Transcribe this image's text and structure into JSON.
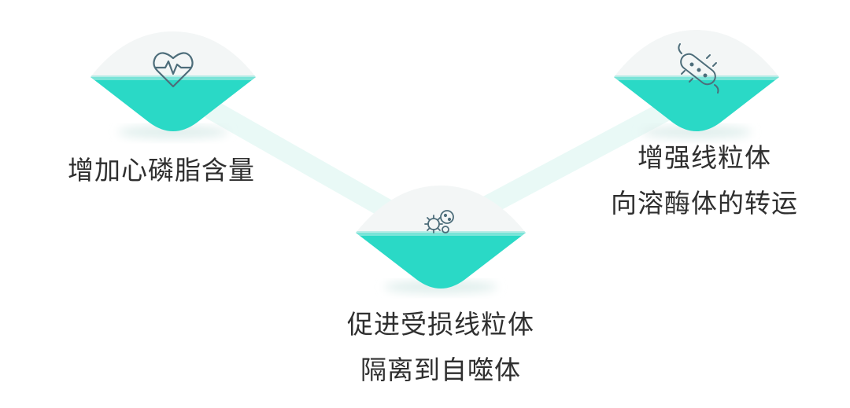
{
  "colors": {
    "accent": "#2ad9c6",
    "accent_light": "#9be8df",
    "card_top": "#f3f6f6",
    "connector": "#e9f9f6",
    "icon_stroke": "#4d6d7a",
    "text": "#2f2f2f"
  },
  "nodes": [
    {
      "id": "left",
      "icon": "heart-pulse-icon",
      "lines": [
        "增加心磷脂含量"
      ]
    },
    {
      "id": "bottom",
      "icon": "bacteria-cluster-icon",
      "lines": [
        "促进受损线粒体",
        "隔离到自噬体"
      ]
    },
    {
      "id": "right",
      "icon": "bacterium-icon",
      "lines": [
        "增强线粒体",
        "向溶酶体的转运"
      ]
    }
  ]
}
